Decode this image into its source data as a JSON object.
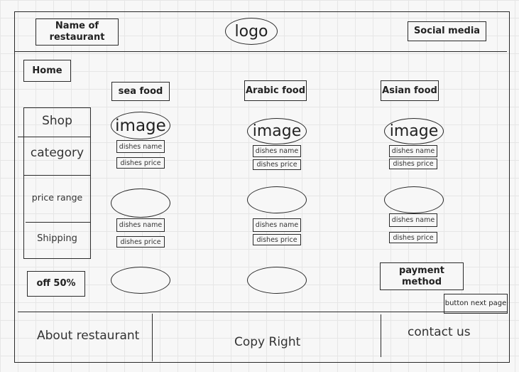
{
  "header": {
    "restaurant_name": "Name of restaurant",
    "logo": "logo",
    "social": "Social media"
  },
  "nav": {
    "home": "Home"
  },
  "sidebar": {
    "shop": "Shop",
    "category": "category",
    "price_range": "price range",
    "shipping": "Shipping",
    "offer": "off 50%"
  },
  "columns": [
    {
      "title": "sea food",
      "image_label": "image",
      "dish1": {
        "name": "dishes name",
        "price": "dishes price"
      },
      "dish2": {
        "name": "dishes name",
        "price": "dishes price"
      }
    },
    {
      "title": "Arabic food",
      "image_label": "image",
      "dish1": {
        "name": "dishes name",
        "price": "dishes price"
      },
      "dish2": {
        "name": "dishes name",
        "price": "dishes price"
      }
    },
    {
      "title": "Asian food",
      "image_label": "image",
      "dish1": {
        "name": "dishes name",
        "price": "dishes price"
      },
      "dish2": {
        "name": "dishes name",
        "price": "dishes price"
      }
    }
  ],
  "payment": "payment method",
  "next_button": "button next page",
  "footer": {
    "about": "About restaurant",
    "copyright": "Copy Right",
    "contact": "contact us"
  }
}
